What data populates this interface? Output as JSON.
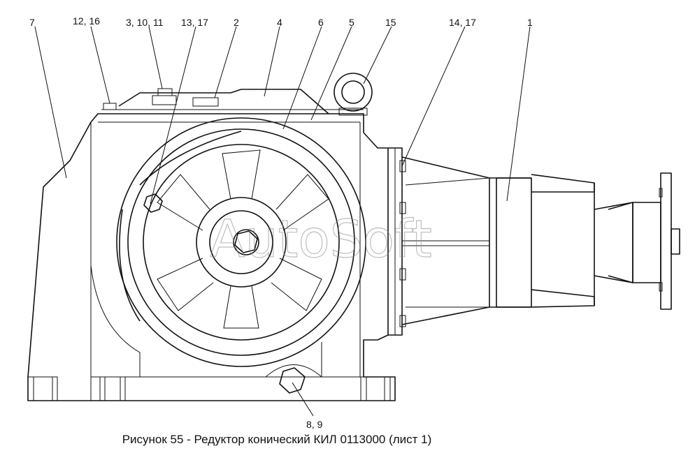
{
  "callouts": [
    {
      "id": "c7",
      "text": "7"
    },
    {
      "id": "c12",
      "text": "12, 16"
    },
    {
      "id": "c3",
      "text": "3, 10, 11"
    },
    {
      "id": "c13",
      "text": "13, 17"
    },
    {
      "id": "c2",
      "text": "2"
    },
    {
      "id": "c4",
      "text": "4"
    },
    {
      "id": "c6",
      "text": "6"
    },
    {
      "id": "c5",
      "text": "5"
    },
    {
      "id": "c15",
      "text": "15"
    },
    {
      "id": "c14",
      "text": "14, 17"
    },
    {
      "id": "c1",
      "text": "1"
    },
    {
      "id": "c8",
      "text": "8, 9"
    }
  ],
  "watermark": "AutoSoft",
  "caption": "Рисунок 55 - Редуктор конический КИЛ 0113000 (лист 1)"
}
